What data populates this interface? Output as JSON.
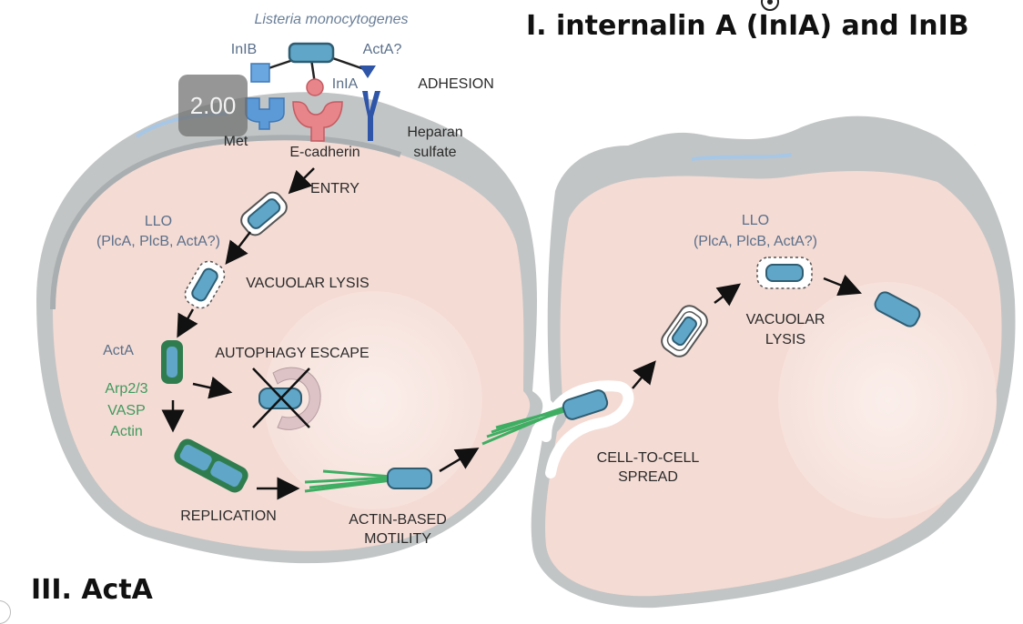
{
  "headings": {
    "top": "I. internalin A (InIA) and InIB",
    "bottom": "III. ActA"
  },
  "overlay": {
    "zoom_badge": "2.00"
  },
  "bacterium": {
    "title": "Listeria monocytogenes",
    "ligands": {
      "inlb": "InIB",
      "inla": "InIA",
      "acta": "ActA?"
    }
  },
  "receptors": {
    "met": "Met",
    "ecadherin": "E-cadherin",
    "heparan": "Heparan",
    "sulfate": "sulfate"
  },
  "stages": {
    "adhesion": "ADHESION",
    "entry": "ENTRY",
    "vacuolar_lysis": "VACUOLAR LYSIS",
    "autophagy_escape": "AUTOPHAGY ESCAPE",
    "replication": "REPLICATION",
    "actin_motility_1": "ACTIN-BASED",
    "actin_motility_2": "MOTILITY",
    "spread_1": "CELL-TO-CELL",
    "spread_2": "SPREAD",
    "vacuolar_lysis2_1": "VACUOLAR",
    "vacuolar_lysis2_2": "LYSIS"
  },
  "factors": {
    "llo": "LLO",
    "llo_sub": "(PlcA, PlcB, ActA?)",
    "acta": "ActA",
    "arp": "Arp2/3",
    "vasp": "VASP",
    "actin": "Actin"
  },
  "colors": {
    "cell_fill": "#f5ddd6",
    "cell_inner": "#f8e6e1",
    "membrane": "#bfc3c4",
    "membrane_dark": "#9da2a4",
    "bacterium": "#5fa6c8",
    "bacterium_outline": "#2f5d72",
    "acta_coat": "#2f7d4f",
    "actin_tail": "#3fae63",
    "ecadherin": "#e7858a",
    "met": "#5b9ad6",
    "heparan": "#2e55a8"
  }
}
